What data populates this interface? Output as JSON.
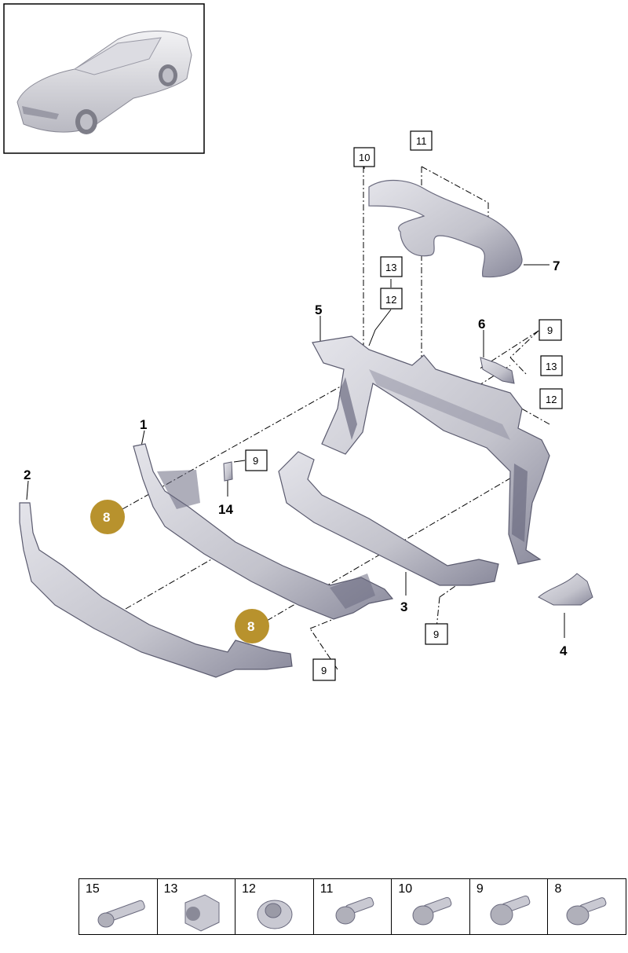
{
  "callouts": {
    "c1": "1",
    "c2": "2",
    "c3": "3",
    "c4": "4",
    "c5": "5",
    "c6": "6",
    "c7": "7",
    "c8a": "8",
    "c8b": "8",
    "c14": "14",
    "b10": "10",
    "b11": "11",
    "b13a": "13",
    "b12a": "12",
    "b9a": "9",
    "b13b": "13",
    "b12b": "12",
    "b9b": "9",
    "b9c": "9",
    "b9d": "9"
  },
  "hardware": [
    {
      "num": "15",
      "icon": "long-bolt-icon"
    },
    {
      "num": "13",
      "icon": "hex-nut-icon"
    },
    {
      "num": "12",
      "icon": "clip-nut-icon"
    },
    {
      "num": "11",
      "icon": "torx-bolt-icon"
    },
    {
      "num": "10",
      "icon": "flange-bolt-icon"
    },
    {
      "num": "9",
      "icon": "pan-head-screw-icon"
    },
    {
      "num": "8",
      "icon": "washer-screw-icon"
    }
  ],
  "colors": {
    "callout_gold": "#b8922d",
    "part_fill": "#c9c9d2",
    "part_stroke": "#5a5a6e"
  }
}
